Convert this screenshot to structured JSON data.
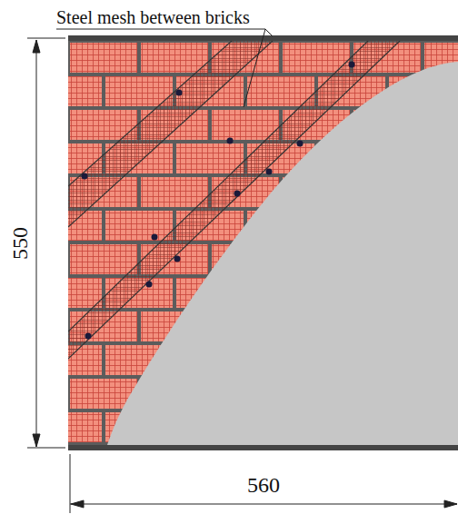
{
  "diagram": {
    "labels": [
      "Steel mesh between bricks",
      "550",
      "560"
    ]
  }
}
